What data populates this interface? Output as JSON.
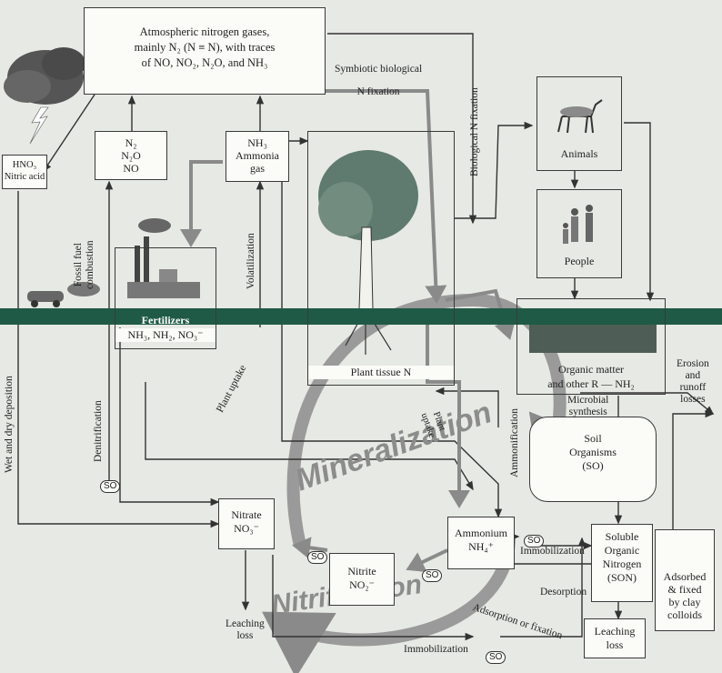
{
  "boxes": {
    "atmosphere": [
      "Atmospheric nitrogen gases,",
      "mainly N₂ (N ≡ N), with traces",
      "of NO, NO₂, N₂O, and NH₃"
    ],
    "hno3": [
      "HNO₃",
      "Nitric acid"
    ],
    "n2": [
      "N₂",
      "N₂O",
      "NO"
    ],
    "nh3": [
      "NH₃",
      "Ammonia",
      "gas"
    ],
    "fertilizers_title": "Fertilizers",
    "fertilizers_formula": "NH₃, NH₂, NO₃⁻",
    "plant": "Plant tissue N",
    "animals": "Animals",
    "people": "People",
    "organic": [
      "Organic matter",
      "and other R — NH₂"
    ],
    "soil_org": [
      "Soil",
      "Organisms",
      "(SO)"
    ],
    "nitrate": [
      "Nitrate",
      "NO₃⁻"
    ],
    "ammonium": [
      "Ammonium",
      "NH₄⁺"
    ],
    "nitrite": [
      "Nitrite",
      "NO₂⁻"
    ],
    "son": [
      "Soluble",
      "Organic",
      "Nitrogen",
      "(SON)"
    ],
    "clay": [
      "Adsorbed",
      "& fixed",
      "by clay",
      "colloids"
    ],
    "leach2": [
      "Leaching",
      "loss"
    ]
  },
  "labels": {
    "symbiotic": [
      "Symbiotic biological",
      "N fixation"
    ],
    "bio_fix": "Biological N fixation",
    "fossil": [
      "Fossil fuel",
      "combustion"
    ],
    "volatilization": "Volatilization",
    "wet_dry": "Wet and dry deposition",
    "denitrification": "Denitrification",
    "plant_uptake": "Plant uptake",
    "plant_uptake2": [
      "Plant",
      "uptake"
    ],
    "ammonification": "Ammonification",
    "microbial": [
      "Microbial",
      "synthesis"
    ],
    "erosion": [
      "Erosion",
      "and",
      "runoff",
      "losses"
    ],
    "immob1": "Immobilization",
    "immob2": "Immobilization",
    "desorption": "Desorption",
    "adsorption": "Adsorption or fixation",
    "leach1": [
      "Leaching",
      "loss"
    ],
    "mineralization": "Mineralization",
    "nitrification": "Nitrification",
    "so": "SO"
  },
  "colors": {
    "soil_band": "#1f5a47",
    "process_arrow": "#8f8f8f"
  }
}
